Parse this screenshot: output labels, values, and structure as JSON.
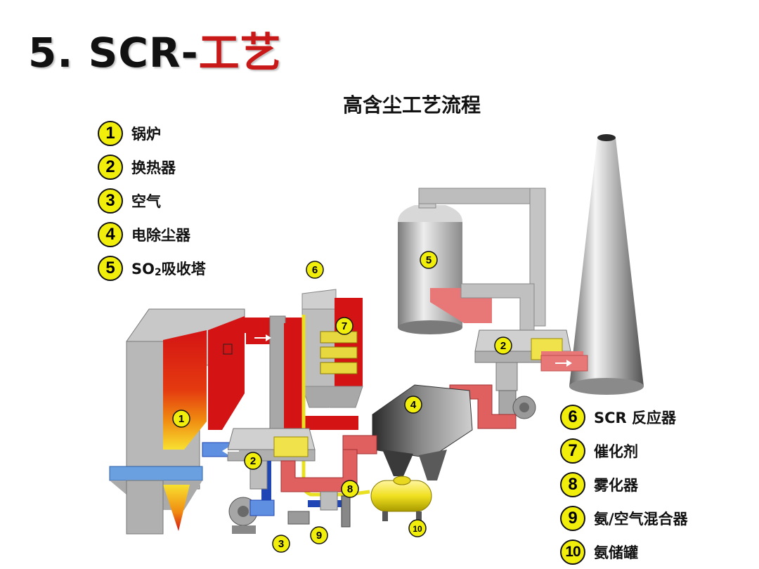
{
  "title": {
    "prefix": "5. SCR-",
    "highlight": "工艺"
  },
  "diagram_title": "高含尘工艺流程",
  "legend_left": [
    {
      "num": "1",
      "label": "锅炉"
    },
    {
      "num": "2",
      "label": "换热器"
    },
    {
      "num": "3",
      "label": "空气"
    },
    {
      "num": "4",
      "label": "电除尘器"
    },
    {
      "num": "5",
      "label": "SO",
      "sub": "2",
      "after": "吸收塔"
    }
  ],
  "legend_right": [
    {
      "num": "6",
      "label": "SCR 反应器"
    },
    {
      "num": "7",
      "label": "催化剂"
    },
    {
      "num": "8",
      "label": "雾化器"
    },
    {
      "num": "9",
      "label": "氨/空气混合器"
    },
    {
      "num": "10",
      "label": "氨储罐"
    }
  ],
  "markers": [
    "1",
    "2",
    "2",
    "3",
    "4",
    "5",
    "6",
    "7",
    "8",
    "9",
    "10"
  ],
  "colors": {
    "badge": "#f2ee0c",
    "hot_gas": "#d41414",
    "cold_air": "#1f46b4",
    "ammonia_line": "#e8e020",
    "structure": "#a8a8a8",
    "title_accent": "#c81818"
  }
}
